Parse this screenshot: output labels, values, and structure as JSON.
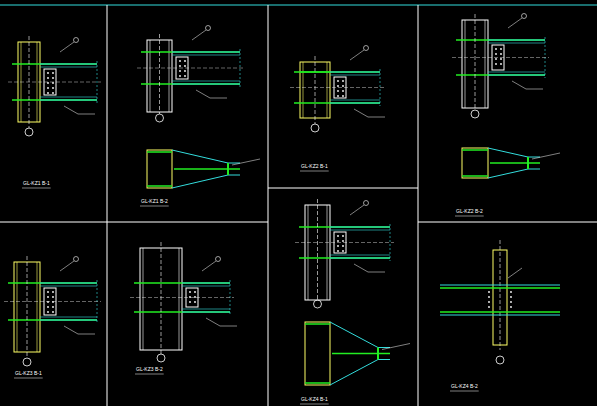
{
  "diagram": {
    "labels": [
      "GL-KZ1 B-1",
      "GL-KZ1 B-2",
      "GL-KZ2 B-1",
      "GL-KZ2 B-2",
      "GL-KZ3 B-1",
      "GL-KZ3 B-2",
      "GL-KZ4 B-1",
      "GL-KZ4 B-2"
    ]
  }
}
